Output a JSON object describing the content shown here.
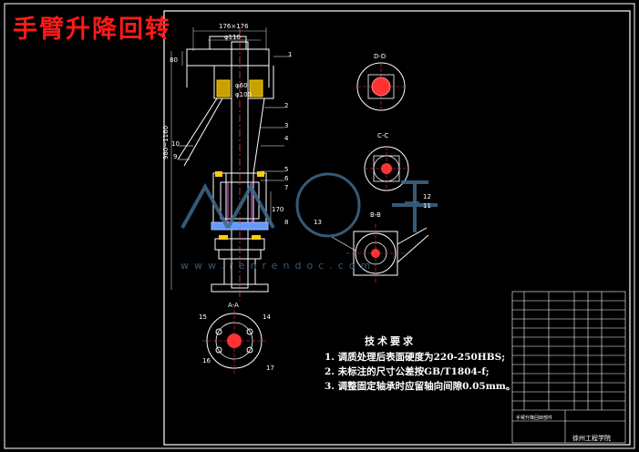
{
  "title": "手臂升降回转",
  "requirements": {
    "heading": "技术要求",
    "items": [
      "1. 调质处理后表面硬度为220-250HBS;",
      "2. 未标注的尺寸公差按GB/T1804-f;",
      "3. 调整固定轴承时应留轴向间隙0.05mm。"
    ]
  },
  "views": {
    "d": "D-D",
    "c": "C-C",
    "b": "B-B",
    "a": "A-A"
  },
  "dims": {
    "top_width": "176×176",
    "shaft_dia": "φ110",
    "height": "980~1160",
    "d1": "φ60",
    "d2": "φ100",
    "side": "80",
    "lower": "170"
  },
  "part_numbers": [
    "1",
    "2",
    "3",
    "4",
    "5",
    "6",
    "7",
    "8",
    "9",
    "10",
    "11",
    "12",
    "13",
    "14",
    "15",
    "16",
    "17"
  ],
  "title_block": {
    "name": "手臂升降回转部件",
    "school": "徐州工程学院"
  },
  "watermark": "www.renrendoc.com",
  "colors": {
    "frame": "#ffffff",
    "title": "#ff1a1a",
    "drawing": "#ffffff",
    "center": "#ff3333",
    "accent": "#ffcc00",
    "dim": "#00ffff"
  }
}
